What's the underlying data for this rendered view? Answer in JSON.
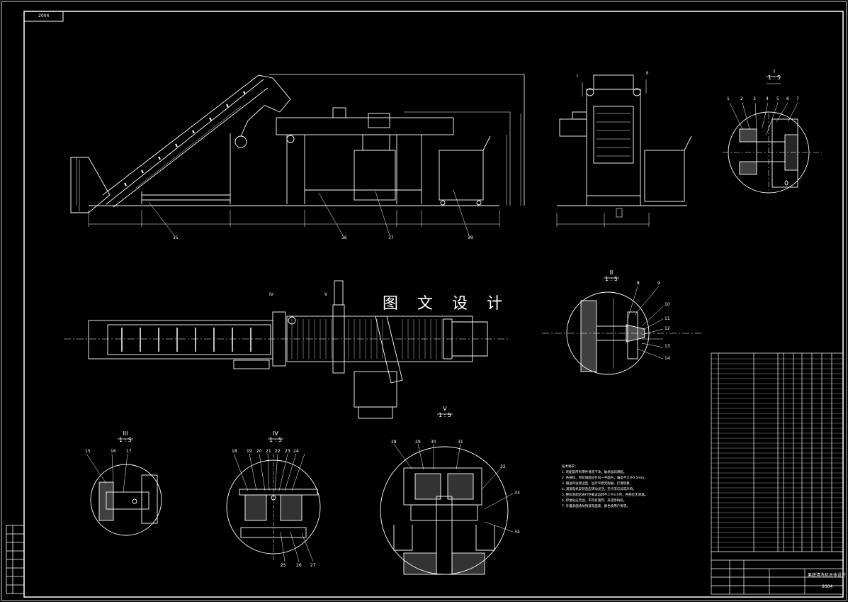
{
  "drawing": {
    "code_tag": "2004",
    "code_tag_bottom": "2004",
    "watermark": "图 文 设 计",
    "title_block_title": "果蔬清洗机总体设计"
  },
  "sections": {
    "I": {
      "roman": "I",
      "scale": "1 : 5"
    },
    "II": {
      "roman": "II",
      "scale": "1 : 5"
    },
    "III": {
      "roman": "III",
      "scale": "1 : 5"
    },
    "IV": {
      "roman": "IV",
      "scale": "1 : 5"
    },
    "V": {
      "roman": "V",
      "scale": "1 : 5"
    },
    "view_IV": "IV",
    "view_V": "V",
    "view_I": "I",
    "view_II": "II"
  },
  "leaders": {
    "side": [
      "1",
      "2",
      "3",
      "4",
      "5",
      "6",
      "7"
    ],
    "detail2": [
      "8",
      "9",
      "10",
      "11",
      "12",
      "13",
      "14"
    ],
    "detail3": [
      "15",
      "16",
      "17"
    ],
    "detail4": [
      "18",
      "19",
      "20",
      "21",
      "22",
      "23",
      "24",
      "25",
      "26",
      "27"
    ],
    "detail5": [
      "28",
      "29",
      "30",
      "31",
      "32",
      "33",
      "34"
    ],
    "front": [
      "35",
      "36",
      "37",
      "38"
    ]
  },
  "notes": {
    "text": "技术要求：\n1. 装配前所有零件清洗干净，轴承加润滑脂。\n2. 各链轮、带轮端面应在同一平面内，偏差不大于0.5mm。\n3. 输送带张紧适度，运行平稳无跑偏、打滑现象。\n4. 减速电机安装后应转动灵活，无卡滞与异常声响。\n5. 整机装配后进行空载试运转不少于2小时，各部位无渗漏。\n6. 焊接处应牢固，不得有漏焊、夹渣等缺陷。\n7. 外露表面涂防锈漆及面漆，颜色按用户要求。"
  }
}
